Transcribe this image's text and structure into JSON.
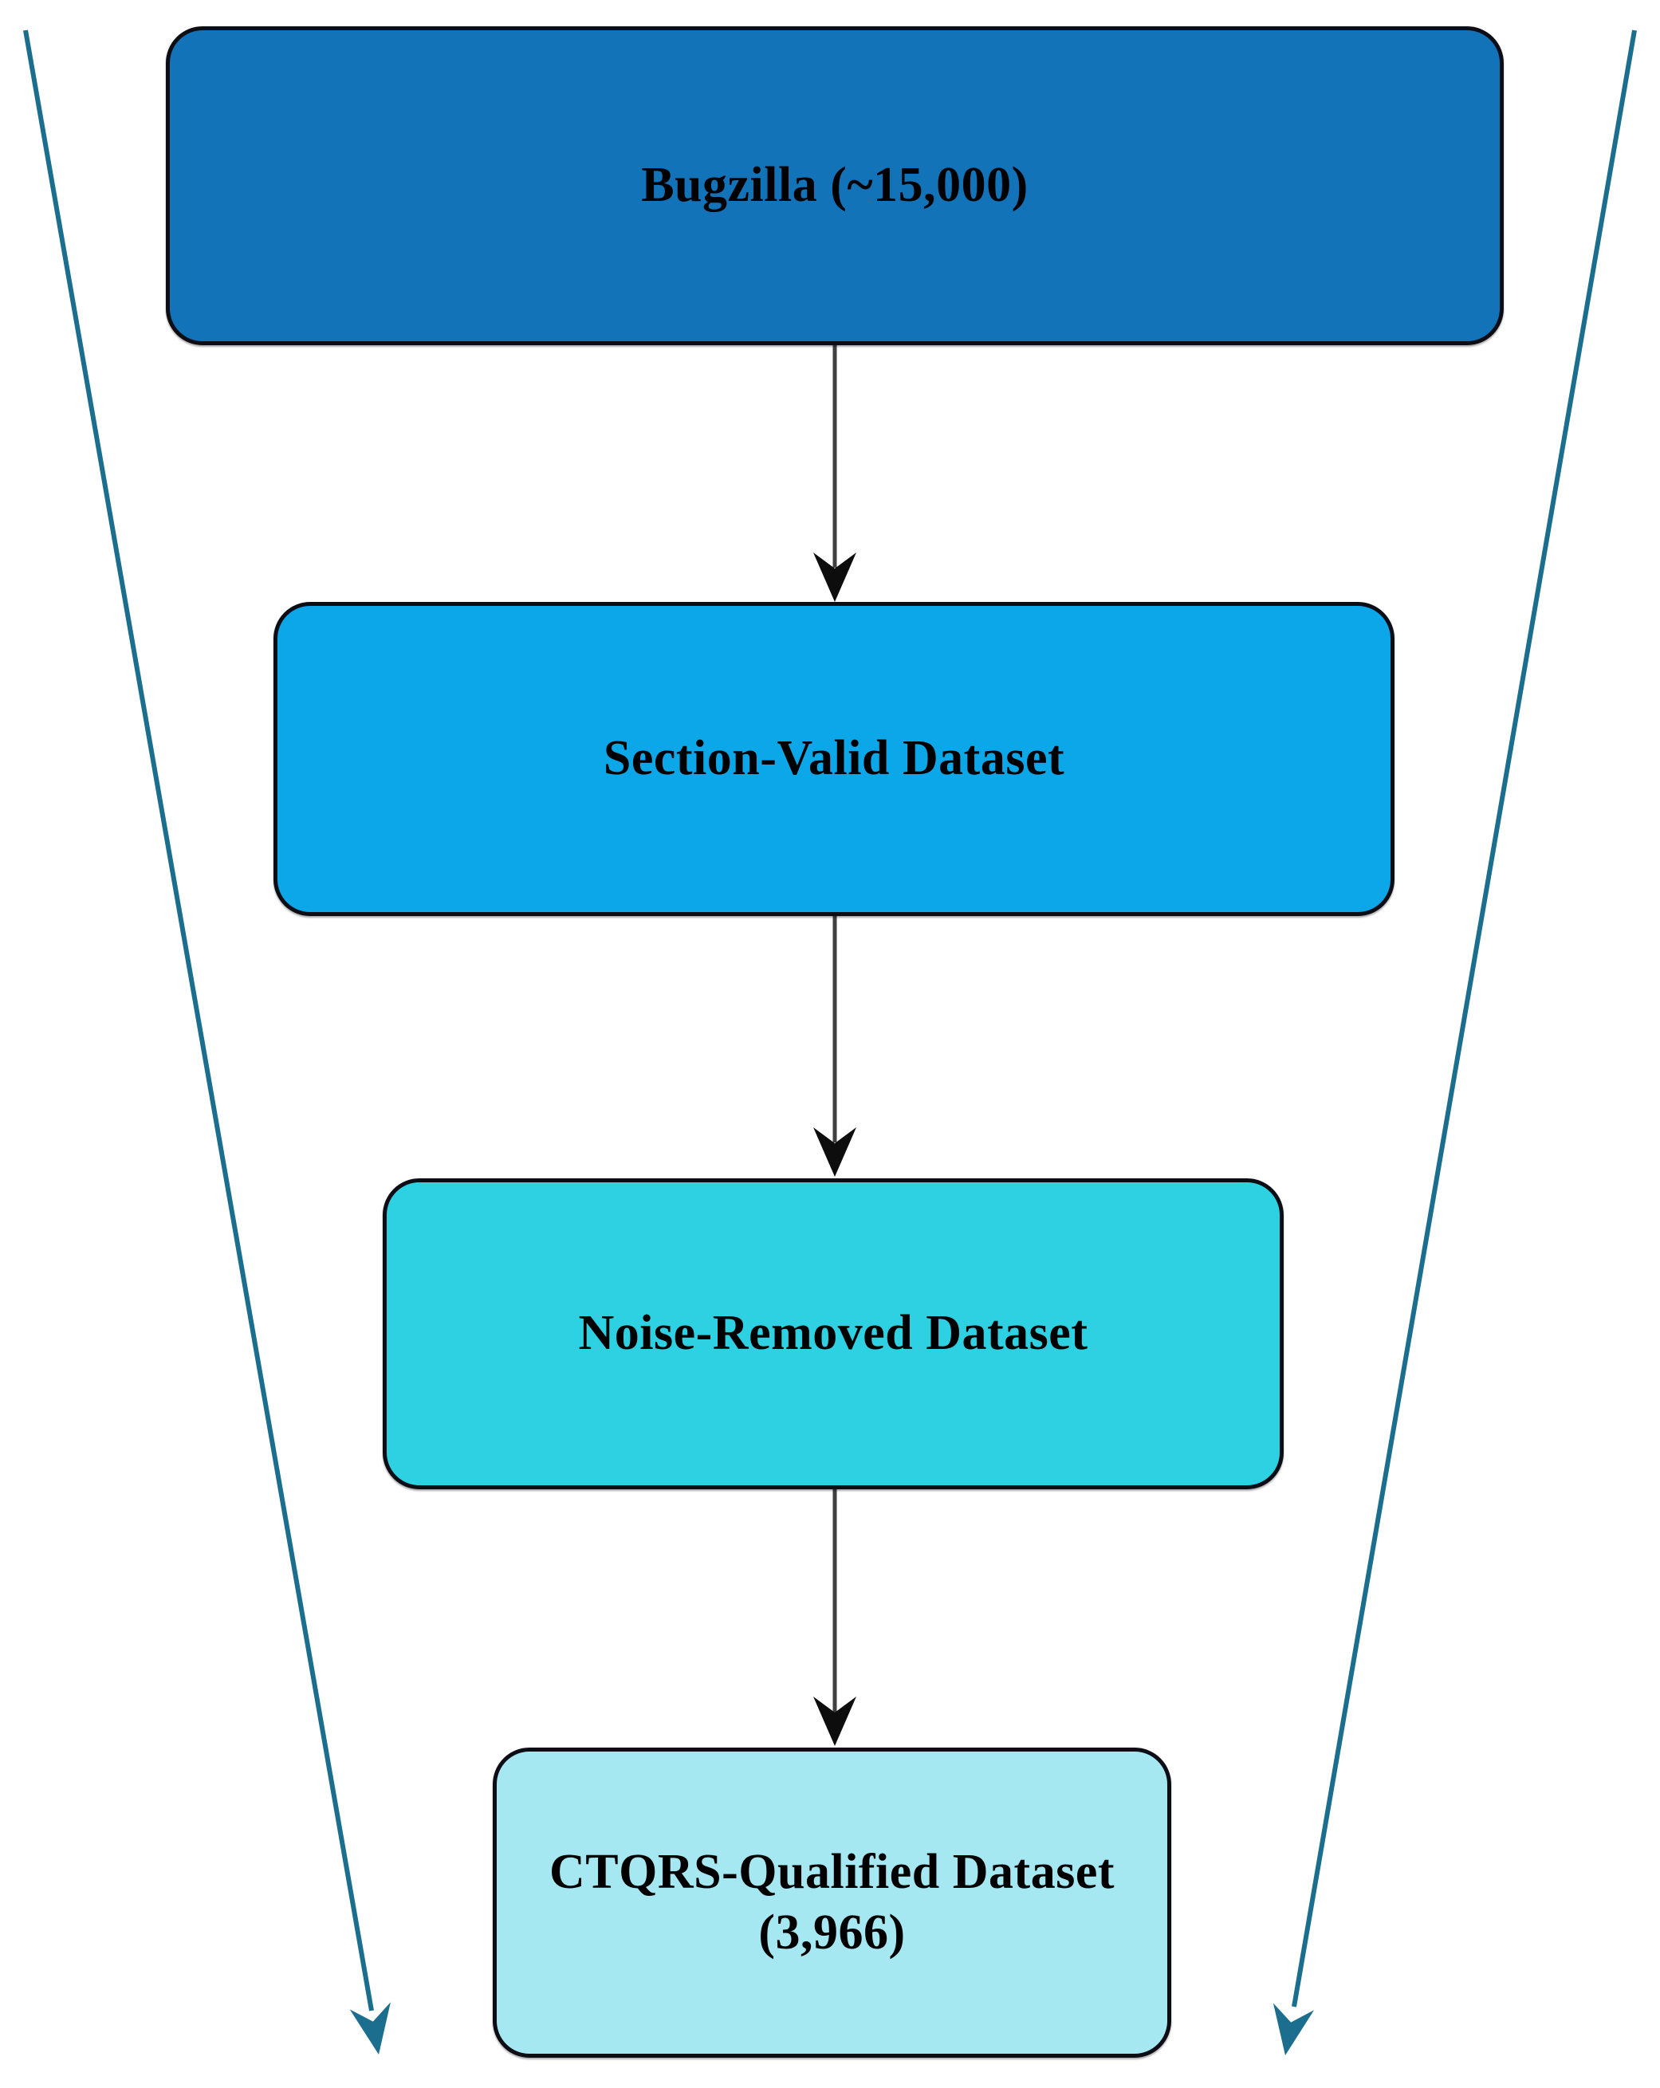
{
  "figure": {
    "type": "funnel-flowchart",
    "stages": [
      {
        "id": "bugzilla",
        "label": "Bugzilla (~15,000)",
        "fill": "#1373B9"
      },
      {
        "id": "section-valid",
        "label": "Section-Valid Dataset",
        "fill": "#0BA7E9"
      },
      {
        "id": "noise-removed",
        "label": "Noise-Removed Dataset",
        "fill": "#2ED1E2"
      },
      {
        "id": "ctqrs-qualified",
        "label": "CTQRS-Qualified Dataset",
        "sublabel": "(3,966)",
        "fill": "#A6E8F2"
      }
    ],
    "colors": {
      "box_border": "#0d0d16",
      "box_text": "#000000",
      "connector_line": "#3f3f3f",
      "connector_head": "#0d0d0d",
      "funnel_arrow": "#1C6E8E",
      "background": "#ffffff"
    }
  }
}
